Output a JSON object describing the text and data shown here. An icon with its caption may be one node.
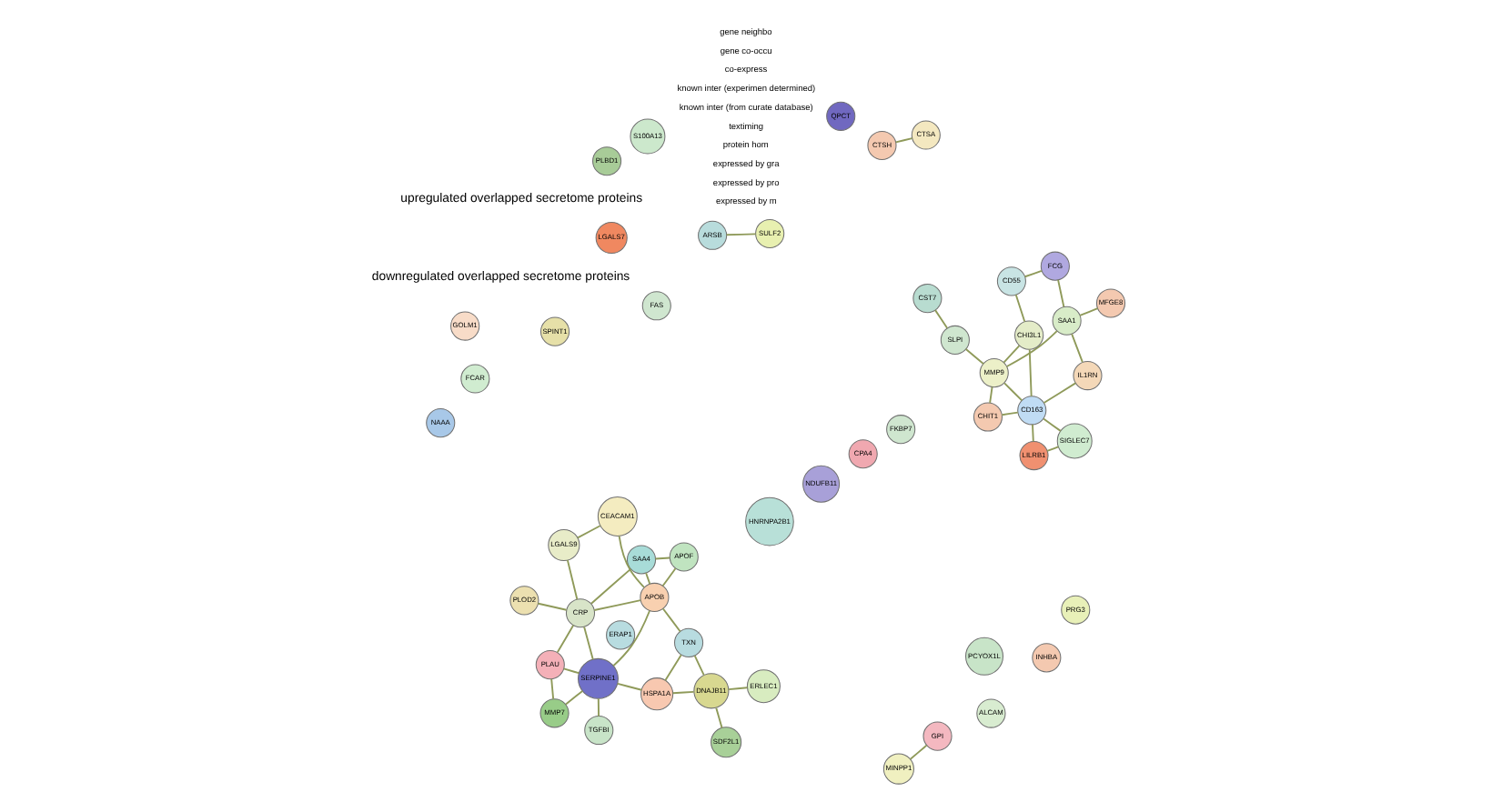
{
  "diagram": {
    "nodes": [
      {
        "text": [
          "CST7"
        ]
      },
      {
        "text": [
          "MFGE8"
        ]
      },
      {
        "text": [
          "FKBP7"
        ]
      },
      {
        "text": [
          "FAS"
        ]
      },
      {
        "text": [
          "SPINT1"
        ]
      },
      {
        "text": [
          "SLPI"
        ]
      },
      {
        "text": [
          "ALCAM"
        ]
      },
      {
        "text": [
          "PLBD1"
        ]
      },
      {
        "text": [
          "SAA1"
        ]
      },
      {
        "text": [
          "CTSA"
        ]
      },
      {
        "text": [
          "CTSH"
        ]
      },
      {
        "text": [
          "MMP9"
        ]
      },
      {
        "text": [
          "CPA4"
        ]
      },
      {
        "text": [
          "FCG"
        ]
      },
      {
        "text": [
          "IL1RN"
        ]
      },
      {
        "text": [
          "CHIT1"
        ]
      },
      {
        "text": [
          "CHI3L1"
        ]
      },
      {
        "text": [
          "CD55"
        ]
      },
      {
        "text": [
          "CD163"
        ]
      },
      {
        "text": [
          "INHBA"
        ]
      },
      {
        "text": [
          "PCYOX1L"
        ]
      },
      {
        "text": [
          "PRG3"
        ]
      },
      {
        "text": [
          "FCAR"
        ]
      },
      {
        "text": [
          "QPCT"
        ]
      },
      {
        "text": [
          "LILRB1"
        ]
      },
      {
        "text": [
          "SIGLEC7"
        ]
      },
      {
        "text": [
          "PLOD2"
        ]
      },
      {
        "text": [
          "PLAU"
        ]
      },
      {
        "text": [
          "TGFBI"
        ]
      },
      {
        "text": [
          "HNRNPA2B1"
        ]
      },
      {
        "text": [
          "MMP7"
        ]
      },
      {
        "text": [
          "CRP"
        ]
      },
      {
        "text": [
          "SERPINE1"
        ]
      },
      {
        "text": [
          "NDUFB11"
        ]
      },
      {
        "text": [
          "LGALS9"
        ]
      },
      {
        "text": [
          "SULF2"
        ]
      },
      {
        "text": [
          "ARSB"
        ]
      },
      {
        "text": [
          "SAA4"
        ]
      },
      {
        "text": [
          "CEACAM1"
        ]
      },
      {
        "text": [
          "APOB"
        ]
      },
      {
        "text": [
          "HSPA1A"
        ]
      },
      {
        "text": [
          "LGALS7"
        ]
      },
      {
        "text": [
          "APOF"
        ]
      },
      {
        "text": [
          "TXN"
        ]
      },
      {
        "text": [
          "NAAA"
        ]
      },
      {
        "text": [
          "GPI"
        ]
      },
      {
        "text": [
          "MINPP1"
        ]
      },
      {
        "text": [
          "DNAJB11"
        ]
      },
      {
        "text": [
          "ERLEC1"
        ]
      },
      {
        "text": [
          "ERAP1"
        ]
      },
      {
        "text": [
          "GOLM1"
        ]
      },
      {
        "text": [
          "SDF2L1"
        ]
      },
      {
        "text": [
          "S100A13"
        ]
      }
    ],
    "edges": [
      {
        "from": 0,
        "to": 5,
        "arrow": "none"
      },
      {
        "from": 5,
        "to": 11,
        "arrow": "none"
      },
      {
        "from": 1,
        "to": 8,
        "arrow": "none"
      },
      {
        "from": 8,
        "to": 13,
        "arrow": "none"
      },
      {
        "from": 8,
        "to": 11,
        "arrow": "none"
      },
      {
        "from": 8,
        "to": 14,
        "arrow": "none"
      },
      {
        "from": 11,
        "to": 15,
        "arrow": "none"
      },
      {
        "from": 11,
        "to": 16,
        "arrow": "none"
      },
      {
        "from": 11,
        "to": 18,
        "arrow": "none"
      },
      {
        "from": 14,
        "to": 18,
        "arrow": "none"
      },
      {
        "from": 13,
        "to": 17,
        "arrow": "none"
      },
      {
        "from": 17,
        "to": 16,
        "arrow": "none"
      },
      {
        "from": 16,
        "to": 18,
        "arrow": "none"
      },
      {
        "from": 15,
        "to": 18,
        "arrow": "none"
      },
      {
        "from": 18,
        "to": 24,
        "arrow": "none"
      },
      {
        "from": 18,
        "to": 25,
        "arrow": "none"
      },
      {
        "from": 24,
        "to": 25,
        "arrow": "none"
      },
      {
        "from": 9,
        "to": 10,
        "arrow": "none"
      },
      {
        "from": 26,
        "to": 31,
        "arrow": "none"
      },
      {
        "from": 31,
        "to": 27,
        "arrow": "none"
      },
      {
        "from": 31,
        "to": 32,
        "arrow": "none"
      },
      {
        "from": 31,
        "to": 34,
        "arrow": "none"
      },
      {
        "from": 31,
        "to": 37,
        "arrow": "none"
      },
      {
        "from": 31,
        "to": 39,
        "arrow": "none"
      },
      {
        "from": 27,
        "to": 32,
        "arrow": "none"
      },
      {
        "from": 27,
        "to": 30,
        "arrow": "none"
      },
      {
        "from": 32,
        "to": 28,
        "arrow": "none"
      },
      {
        "from": 32,
        "to": 30,
        "arrow": "none"
      },
      {
        "from": 32,
        "to": 39,
        "arrow": "none"
      },
      {
        "from": 32,
        "to": 40,
        "arrow": "none"
      },
      {
        "from": 34,
        "to": 38,
        "arrow": "none"
      },
      {
        "from": 38,
        "to": 39,
        "arrow": "none"
      },
      {
        "from": 37,
        "to": 39,
        "arrow": "none"
      },
      {
        "from": 37,
        "to": 42,
        "arrow": "none"
      },
      {
        "from": 39,
        "to": 42,
        "arrow": "none"
      },
      {
        "from": 39,
        "to": 43,
        "arrow": "none"
      },
      {
        "from": 43,
        "to": 47,
        "arrow": "none"
      },
      {
        "from": 40,
        "to": 43,
        "arrow": "none"
      },
      {
        "from": 40,
        "to": 47,
        "arrow": "none"
      },
      {
        "from": 47,
        "to": 51,
        "arrow": "none"
      },
      {
        "from": 47,
        "to": 48,
        "arrow": "none"
      },
      {
        "from": 45,
        "to": 46,
        "arrow": "none"
      },
      {
        "from": 35,
        "to": 36,
        "arrow": "none"
      }
    ],
    "labels": [
      "downregulated overlapped secretome proteins",
      "upregulated overlapped secretome proteins"
    ],
    "legend": [
      {
        "text": "gene neighbo"
      },
      {
        "text": "gene co-occu"
      },
      {
        "text": "co-express"
      },
      {
        "text": "known inter (experimen determined)"
      },
      {
        "text": "known inter (from curate database)"
      },
      {
        "text": "textiming"
      },
      {
        "text": "protein hom"
      },
      {
        "text": "expressed by gra"
      },
      {
        "text": "expressed by pro"
      },
      {
        "text": "expressed by m"
      }
    ]
  }
}
